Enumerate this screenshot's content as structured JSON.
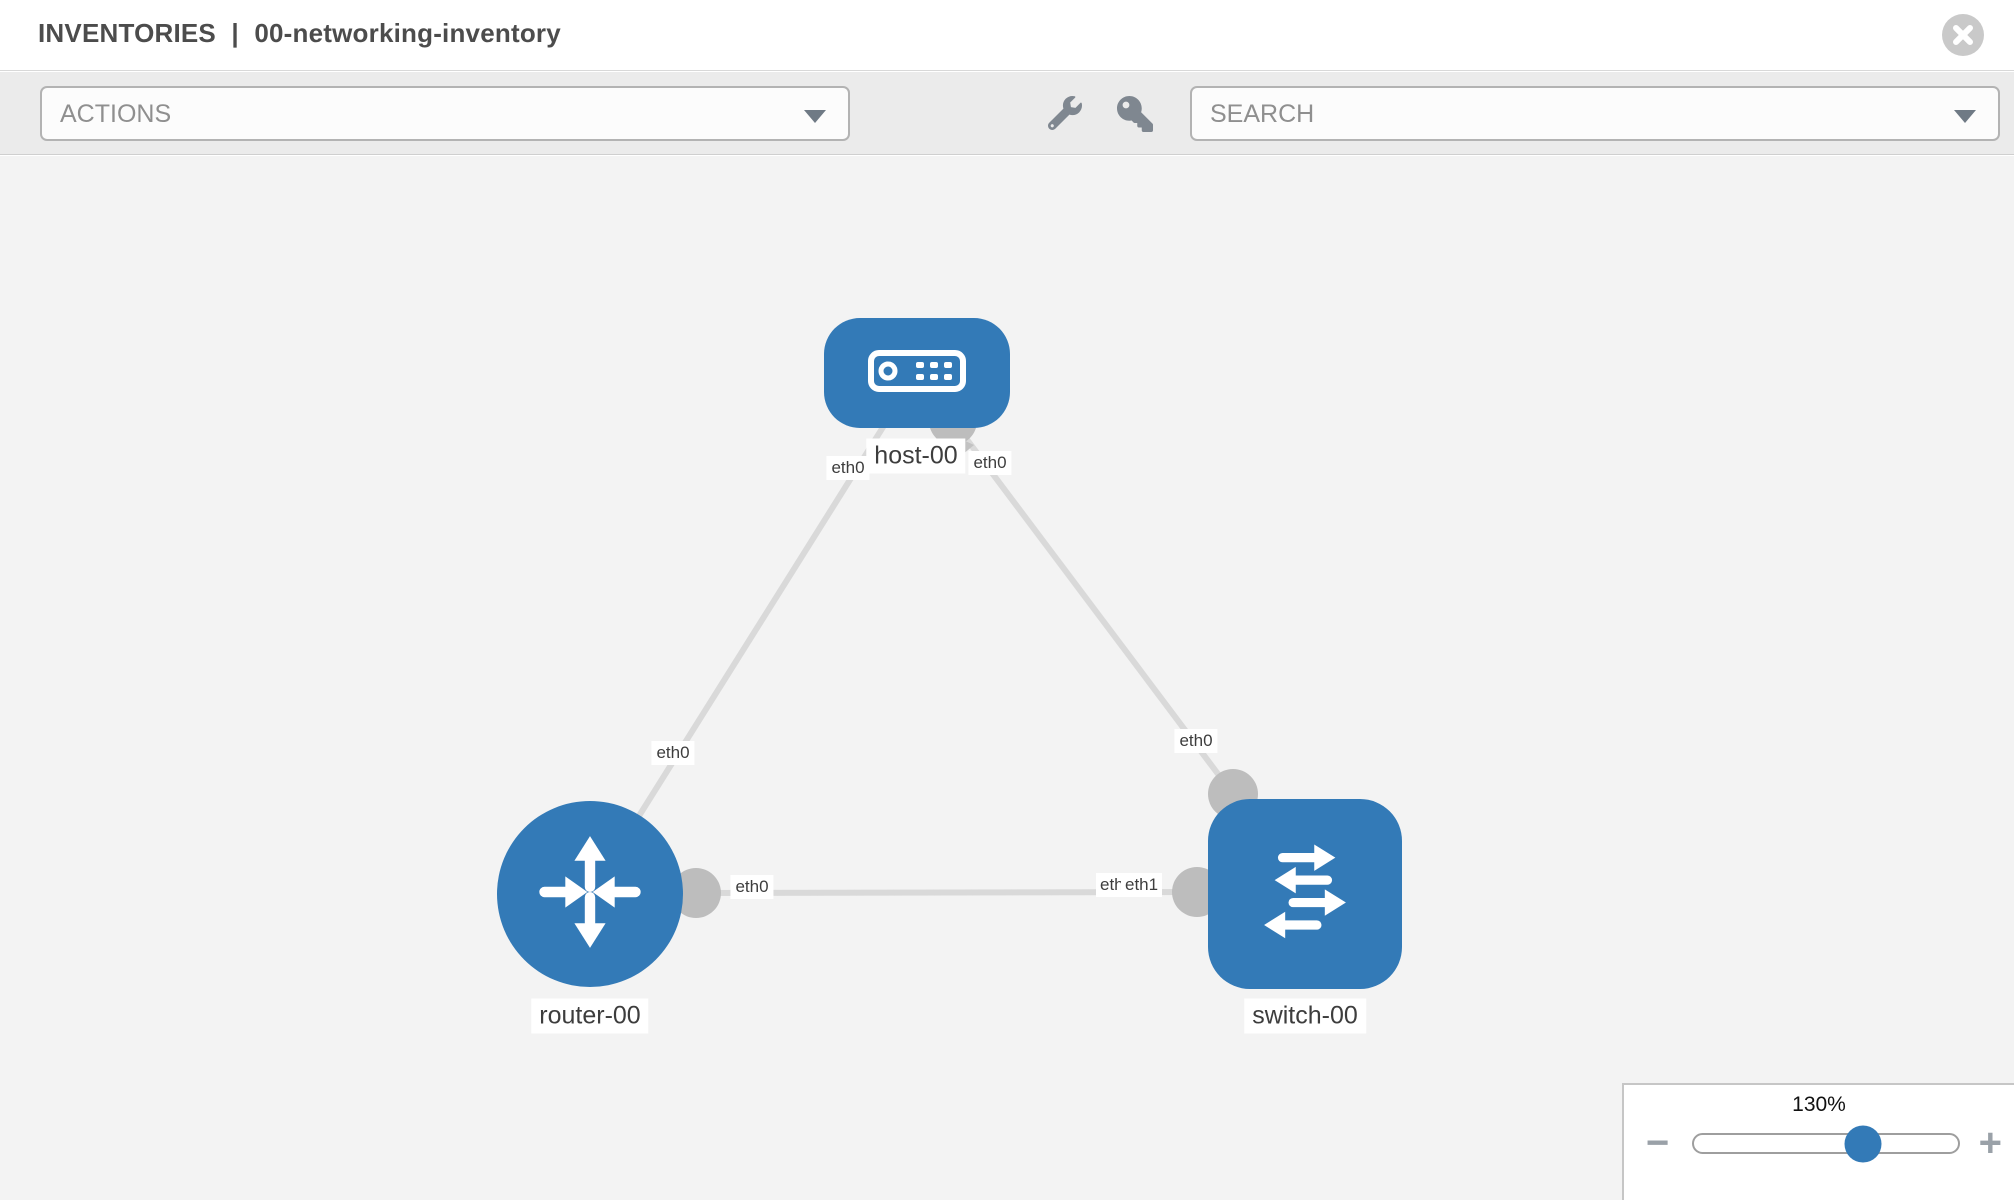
{
  "header": {
    "section": "INVENTORIES",
    "separator": "|",
    "inventory_name": "00-networking-inventory"
  },
  "toolbar": {
    "actions_label": "ACTIONS",
    "search_label": "SEARCH"
  },
  "topology": {
    "nodes": [
      {
        "label": "host-00",
        "type": "host"
      },
      {
        "label": "router-00",
        "type": "router"
      },
      {
        "label": "switch-00",
        "type": "switch"
      }
    ],
    "links": [
      {
        "from": "host-00",
        "to": "router-00",
        "from_interface": "eth0",
        "to_interface": "eth0"
      },
      {
        "from": "host-00",
        "to": "switch-00",
        "from_interface": "eth0",
        "to_interface": "eth0"
      },
      {
        "from": "router-00",
        "to": "switch-00",
        "from_interface": "eth0",
        "to_interface": "eth1"
      }
    ],
    "ghost_label": "eth0"
  },
  "zoom": {
    "level": "130%",
    "minus_label": "−",
    "plus_label": "+"
  },
  "colors": {
    "node_blue": "#337ab7",
    "link_gray": "#d9d9d9",
    "dot_gray": "#bdbdbd",
    "canvas_bg": "#f3f3f3",
    "toolbar_bg": "#ebebeb",
    "header_text": "#4c4c4c"
  }
}
